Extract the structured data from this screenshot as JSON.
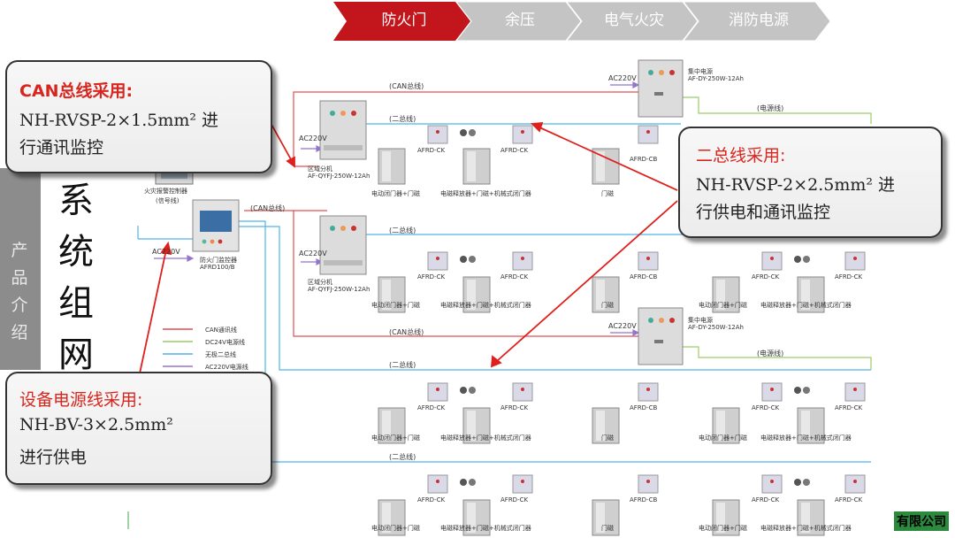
{
  "nav": {
    "tabs": [
      {
        "label": "防火门",
        "active": true
      },
      {
        "label": "余压",
        "active": false
      },
      {
        "label": "电气火灾",
        "active": false
      },
      {
        "label": "消防电源",
        "active": false
      }
    ],
    "active_color": "#c3161c",
    "inactive_color": "#c4c4c4"
  },
  "side": {
    "label": "产品介绍",
    "title": "系统组网"
  },
  "callouts": {
    "can": {
      "title": "CAN总线采用:",
      "line1": "NH-RVSP-2×1.5mm² 进",
      "line2": "行通讯监控"
    },
    "two_bus": {
      "title": "二总线采用:",
      "line1": "NH-RVSP-2×2.5mm² 进",
      "line2": "行供电和通讯监控"
    },
    "power": {
      "title": "设备电源线采用:",
      "line1": "NH-BV-3×2.5mm²",
      "line2": "进行供电"
    }
  },
  "devices": {
    "fire_alarm": {
      "name": "火灾报警控制器",
      "sub": "(信号线)"
    },
    "monitor": {
      "name": "防火门监控器",
      "model": "AFRD100/B",
      "ac": "AC220V"
    },
    "zone": {
      "name": "区域分机",
      "model": "AF-QYFJ-250W-12Ah",
      "ac": "AC220V"
    },
    "central": {
      "name": "集中电源",
      "model": "AF-DY-250W-12Ah",
      "ac": "AC220V"
    },
    "ck": "AFRD-CK",
    "cb": "AFRD-CB"
  },
  "line_labels": {
    "can": "(CAN总线)",
    "two_bus": "(二总线)",
    "power": "(电源线)"
  },
  "door_labels": {
    "electric": "电动闭门器+门磁",
    "release": "电磁释放器+门磁+机械式闭门器",
    "magnet": "门磁"
  },
  "legend": [
    {
      "label": "CAN通讯线",
      "color": "#e05050"
    },
    {
      "label": "DC24V电源线",
      "color": "#9ccc65"
    },
    {
      "label": "无极二总线",
      "color": "#4fb3e8"
    },
    {
      "label": "AC220V电源线",
      "color": "#9575cd"
    }
  ],
  "footer": {
    "company": "有限公司"
  }
}
